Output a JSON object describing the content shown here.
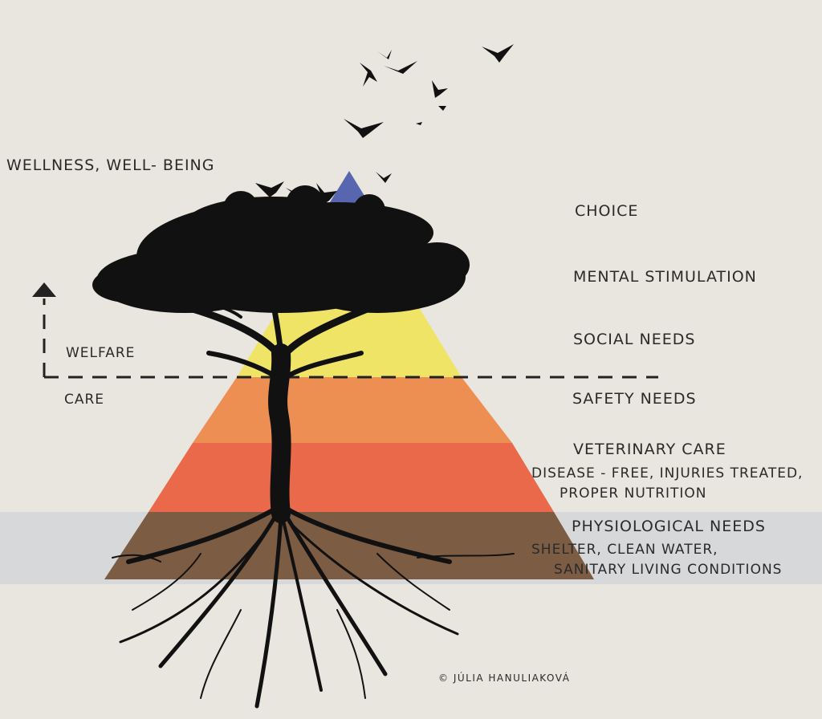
{
  "left_labels": {
    "top": "WELLNESS, WELL- BEING",
    "welfare": "WELFARE",
    "care": "CARE"
  },
  "levels": [
    {
      "label": "CHOICE",
      "color": "#5866b0"
    },
    {
      "label": "MENTAL STIMULATION",
      "color": "#52aa6e"
    },
    {
      "label": "SOCIAL NEEDS",
      "color": "#f0e466"
    },
    {
      "label": "SAFETY NEEDS",
      "color": "#ed8f52"
    },
    {
      "label": "VETERINARY CARE",
      "color": "#e9694a"
    },
    {
      "label": "PHYSIOLOGICAL NEEDS",
      "color": "#7d5c44"
    }
  ],
  "details": {
    "veterinary_line1": "DISEASE - FREE, INJURIES TREATED,",
    "veterinary_line2": "PROPER NUTRITION",
    "physiological_line1": "SHELTER, CLEAN WATER,",
    "physiological_line2": "SANITARY LIVING CONDITIONS"
  },
  "credit": "© JÚLIA HANULIAKOVÁ",
  "colors": {
    "background": "#e9e5df",
    "ground_band": "#d6d8da",
    "silhouette": "#111111"
  }
}
